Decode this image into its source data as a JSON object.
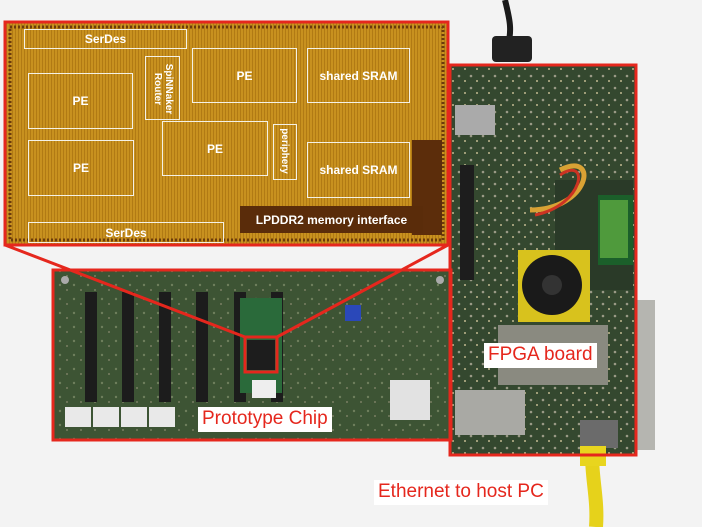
{
  "image": {
    "description_free": true
  },
  "die": {
    "blocks": {
      "serdes_top": "SerDes",
      "router": "SpiNNaker Router",
      "pe_top_center": "PE",
      "sram_top": "shared SRAM",
      "pe_left_top": "PE",
      "pe_center": "PE",
      "periphery": "periphery",
      "pe_left_bottom": "PE",
      "sram_bottom": "shared SRAM",
      "lpddr2": "LPDDR2 memory interface",
      "serdes_bottom": "SerDes"
    }
  },
  "callouts": {
    "fpga": "FPGA board",
    "chip": "Prototype Chip",
    "ethernet": "Ethernet to host PC"
  },
  "colors": {
    "highlight": "#e5271d",
    "die": "#c9931f",
    "pcb": "#3e5436"
  }
}
